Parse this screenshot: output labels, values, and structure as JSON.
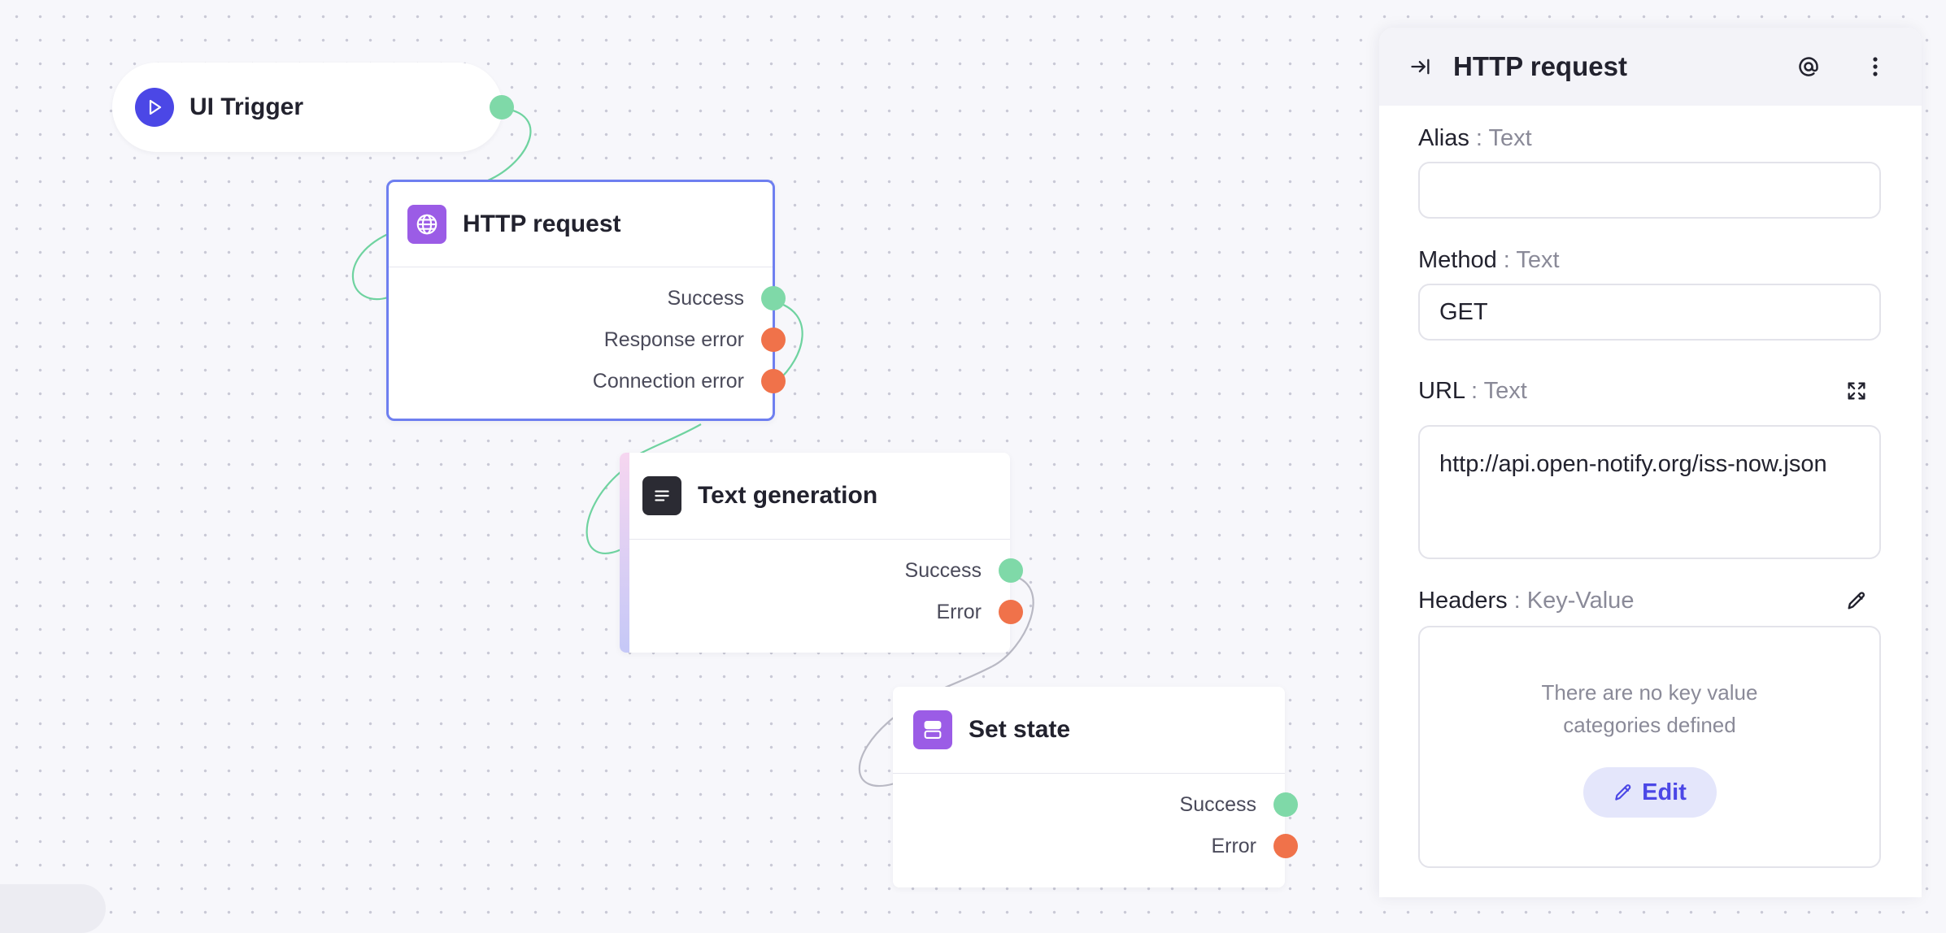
{
  "canvas": {
    "trigger_node": {
      "title": "UI Trigger",
      "icon": "play-icon"
    },
    "http_node": {
      "title": "HTTP request",
      "icon": "globe-icon",
      "outputs": [
        "Success",
        "Response error",
        "Connection error"
      ]
    },
    "text_generation_node": {
      "title": "Text generation",
      "icon": "text-lines-icon",
      "outputs": [
        "Success",
        "Error"
      ]
    },
    "set_state_node": {
      "title": "Set state",
      "icon": "state-toggle-icon",
      "outputs": [
        "Success",
        "Error"
      ]
    }
  },
  "panel": {
    "title": "HTTP request",
    "icons": {
      "collapse": "collapse-right-icon",
      "mention": "at-sign-icon",
      "more": "more-vertical-icon"
    },
    "fields": {
      "alias": {
        "label": "Alias",
        "type": " : Text",
        "value": ""
      },
      "method": {
        "label": "Method",
        "type": " : Text",
        "value": "GET"
      },
      "url": {
        "label": "URL",
        "type": " : Text",
        "value": "http://api.open-notify.org/iss-now.json",
        "icon": "expand-icon"
      },
      "headers": {
        "label": "Headers",
        "type": " : Key-Value",
        "empty_text": "There are no key value categories defined",
        "edit_label": "Edit",
        "icon": "pencil-icon"
      }
    }
  },
  "colors": {
    "accent": "#4b47e6",
    "selected_border": "#6e7ff0",
    "success_dot": "#7fd9a8",
    "error_dot": "#f0724a",
    "http_icon_bg": "#9b5ce6",
    "text_gen_icon_bg": "#2b2b33",
    "set_state_icon_bg": "#9b5ce6"
  }
}
